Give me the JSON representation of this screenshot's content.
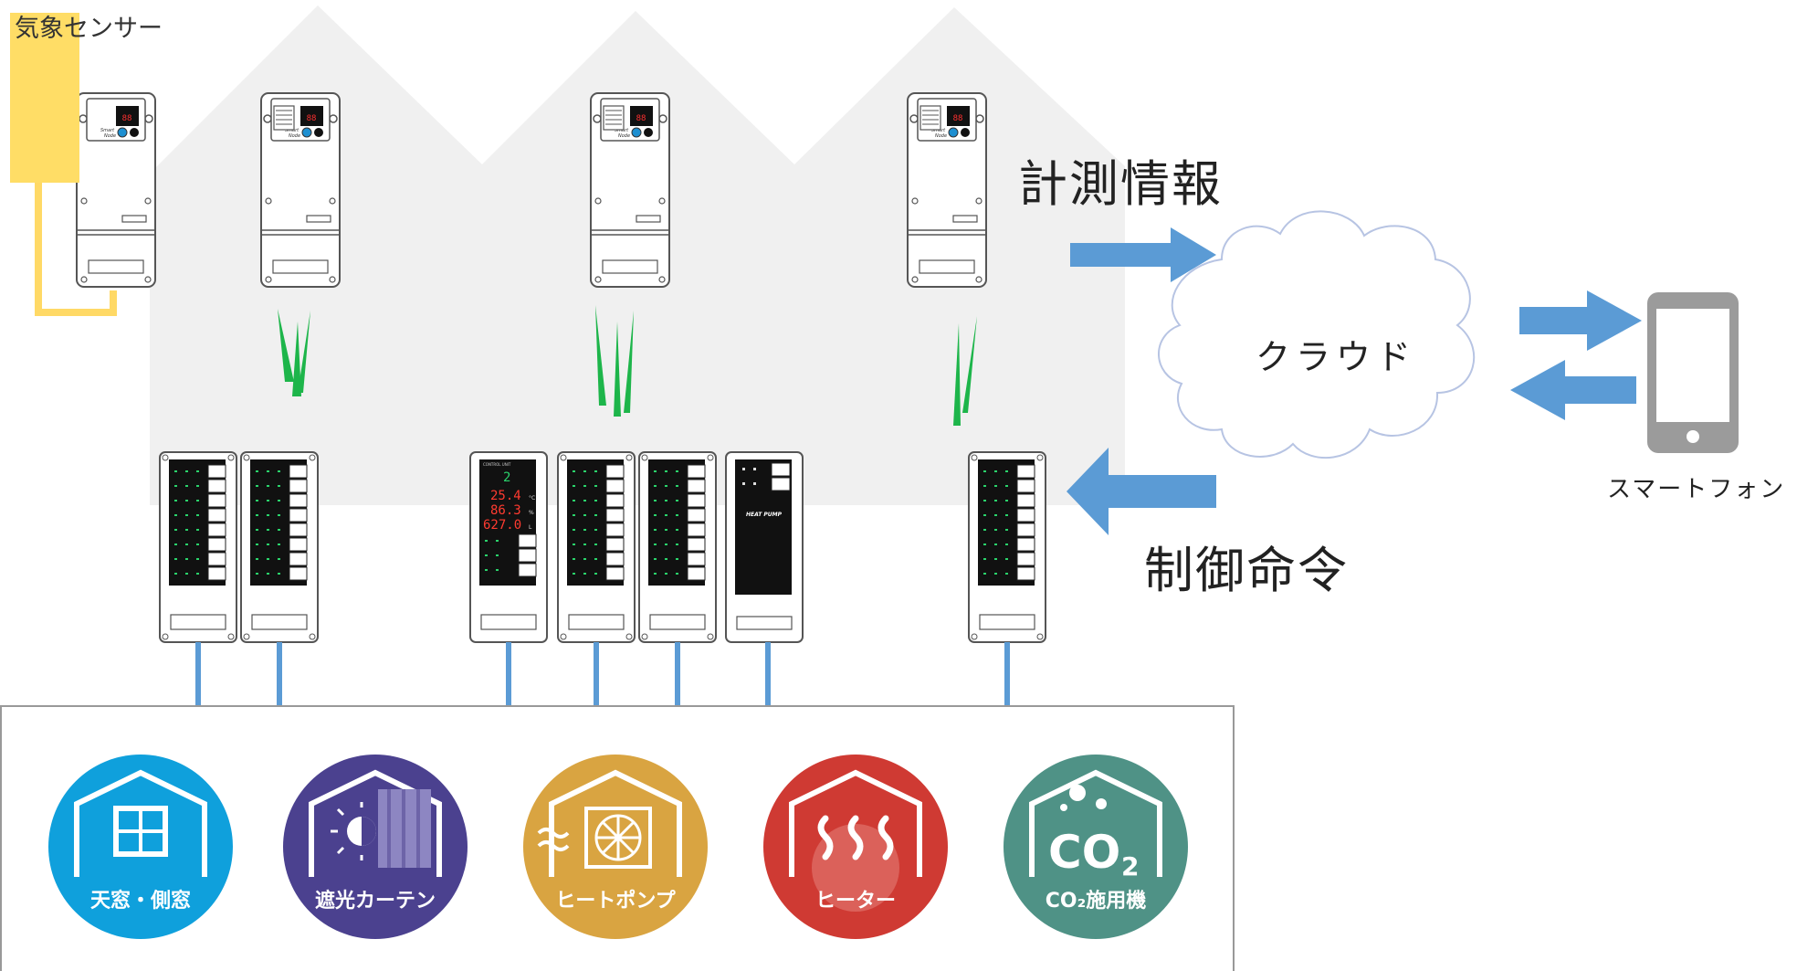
{
  "labels": {
    "weather_sensor": "気象センサー",
    "measurement_info": "計測情報",
    "control_command": "制御命令",
    "cloud": "クラウド",
    "smartphone": "スマートフォン"
  },
  "node_panel": {
    "brand_line1": "Smart",
    "brand_line2": "Node"
  },
  "control_panel_display": {
    "header": "CONTROL UNIT",
    "digit": "2",
    "temperature": "25.4",
    "temperature_unit": "°C",
    "humidity": "86.3",
    "humidity_unit": "%",
    "co2": "627.0",
    "co2_unit": "L"
  },
  "heat_pump_panel": {
    "label": "HEAT PUMP"
  },
  "equipment": [
    {
      "label": "天窓・側窓",
      "color": "#0fa0dc",
      "icon": "window-icon"
    },
    {
      "label": "遮光カーテン",
      "color": "#4b418f",
      "icon": "curtain-icon"
    },
    {
      "label": "ヒートポンプ",
      "color": "#d9a441",
      "icon": "fan-icon"
    },
    {
      "label": "ヒーター",
      "color": "#cf3a33",
      "icon": "heater-icon"
    },
    {
      "label": "CO₂施用機",
      "color": "#4f9286",
      "icon": "co2-icon"
    }
  ],
  "colors": {
    "arrow": "#5b9bd5",
    "wire": "#5b9bd5",
    "plant": "#1db54a",
    "sensor_tag": "#ffdd66",
    "house": "#f0f0f0"
  }
}
